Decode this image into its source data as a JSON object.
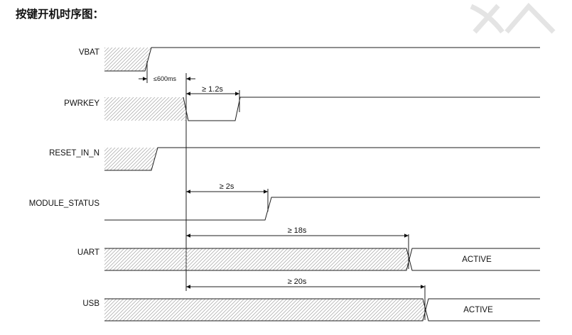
{
  "title": "按键开机时序图：",
  "signals": {
    "vbat": "VBAT",
    "pwrkey": "PWRKEY",
    "reset_in_n": "RESET_IN_N",
    "module_status": "MODULE_STATUS",
    "uart": "UART",
    "usb": "USB"
  },
  "timings": {
    "vbat_to_pwrkey": "≤600ms",
    "pwrkey_hold": "≥ 1.2s",
    "module_status": "≥ 2s",
    "uart": "≥ 18s",
    "usb": "≥ 20s"
  },
  "states": {
    "uart": "ACTIVE",
    "usb": "ACTIVE"
  },
  "icons": {
    "watermark": "watermark-logo"
  }
}
